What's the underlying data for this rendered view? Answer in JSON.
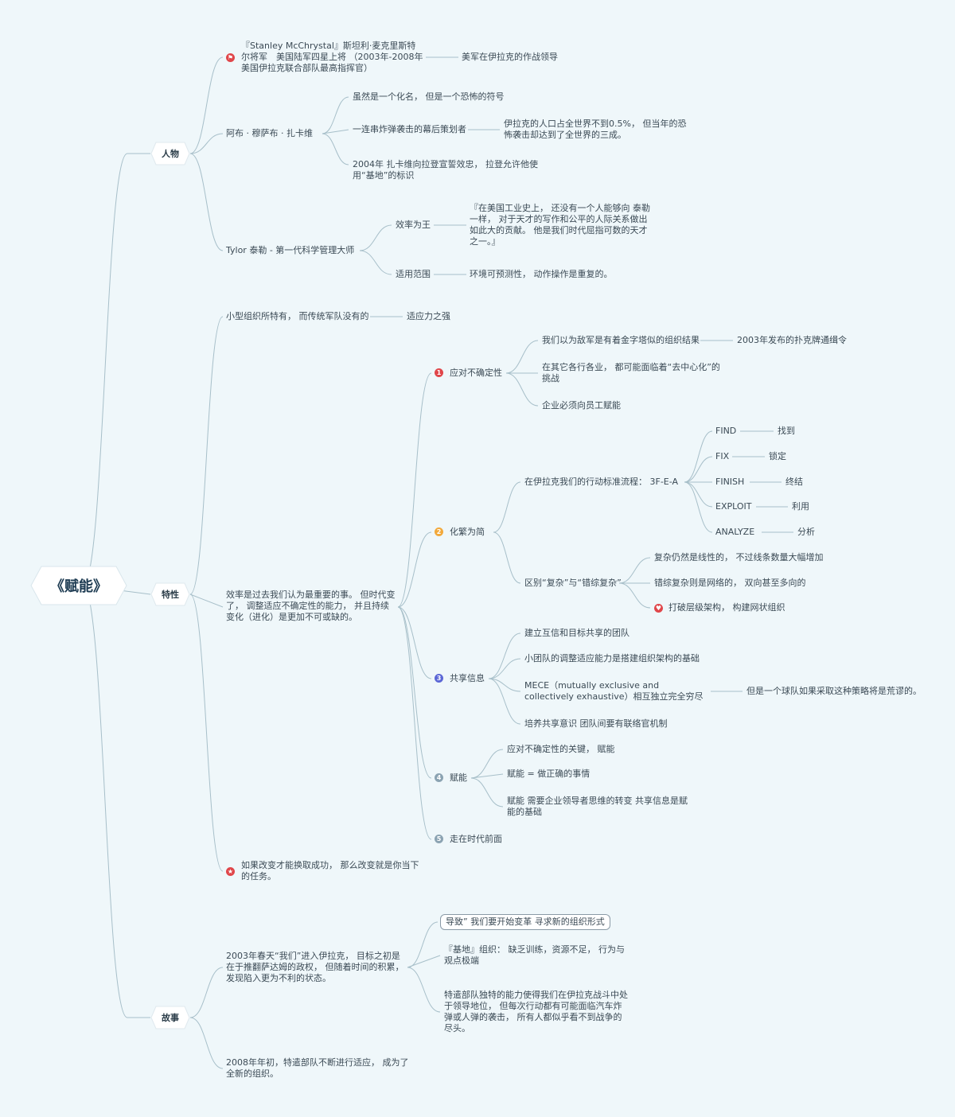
{
  "root": "《赋能》",
  "colors": {
    "line": "#a7bfc9",
    "m1": "#e0464a",
    "m2": "#f2a93b",
    "m3": "#5b67d6",
    "m4": "#8ba3b2",
    "m5": "#8ba3b2",
    "flag": "#e0464a",
    "heart": "#e0464a",
    "star": "#e0464a"
  },
  "branches": {
    "people": "人物",
    "traits": "特性",
    "story": "故事"
  },
  "people": {
    "stanley": "『Stanley McChrystal』斯坦利·麦克里斯特尔将军　美国陆军四星上将 （2003年-2008年 美国伊拉克联合部队最高指挥官）",
    "stanley_child": "美军在伊拉克的作战领导",
    "abu": "阿布 · 穆萨布 · 扎卡维",
    "abu_c1": "虽然是一个化名，  但是一个恐怖的符号",
    "abu_c2": "一连串炸弹袭击的幕后策划者",
    "abu_c2_child": "伊拉克的人口占全世界不到0.5%，  但当年的恐怖袭击却达到了全世界的三成。",
    "abu_c3": "2004年 扎卡维向拉登宣誓效忠，  拉登允许他使用“基地”的标识",
    "tylor": "Tylor  泰勒  - 第一代科学管理大师",
    "tylor_c1": "效率为王",
    "tylor_c1_child": "『在美国工业史上，  还没有一个人能够向 泰勒一样，  对于天才的写作和公平的人际关系做出如此大的贡献。  他是我们时代屈指可数的天才之一。』",
    "tylor_c2": "适用范围",
    "tylor_c2_child": "环境可预测性，   动作操作是重复的。"
  },
  "traits": {
    "small_org": "小型组织所特有，   而传统军队没有的",
    "small_org_child": "适应力之强",
    "efficiency": "效率是过去我们认为最重要的事。  但时代变了，   调整适应不确定性的能力，   并且持续变化（进化）是更加不可或缺的。",
    "n1": {
      "marker": "1",
      "label": "应对不确定性",
      "c1": "我们以为敌军是有着金字塔似的组织结果",
      "c1_child": "2003年发布的扑克牌通缉令",
      "c2": "在其它各行各业，  都可能面临着“去中心化”的挑战",
      "c3": "企业必须向员工赋能"
    },
    "n2": {
      "marker": "2",
      "label": "化繁为简",
      "flow": "在伊拉克我们的行动标准流程：   3F-E-A",
      "steps": [
        {
          "en": "FIND",
          "cn": "找到"
        },
        {
          "en": "FIX",
          "cn": "锁定"
        },
        {
          "en": "FINISH",
          "cn": "终结"
        },
        {
          "en": "EXPLOIT",
          "cn": "利用"
        },
        {
          "en": "ANALYZE",
          "cn": "分析"
        }
      ],
      "diff": "区别“复杂”与“错综复杂”",
      "d1": "复杂仍然是线性的，   不过线条数量大幅增加",
      "d2": "错综复杂则是网络的，  双向甚至多向的",
      "d3": "打破层级架构，  构建网状组织"
    },
    "n3": {
      "marker": "3",
      "label": "共享信息",
      "c1": "建立互信和目标共享的团队",
      "c2": "小团队的调整适应能力是搭建组织架构的基础",
      "c3": "MECE（mutually exclusive and collectively exhaustive）相互独立完全穷尽",
      "c3_child": "但是一个球队如果采取这种策略将是荒谬的。",
      "c4": "培养共享意识  团队间要有联络官机制"
    },
    "n4": {
      "marker": "4",
      "label": "赋能",
      "c1": "应对不确定性的关键，   赋能",
      "c2": "赋能 = 做正确的事情",
      "c3": "赋能 需要企业领导者思维的转变    共享信息是赋能的基础"
    },
    "n5": {
      "marker": "5",
      "label": "走在时代前面"
    },
    "change": "如果改变才能换取成功，   那么改变就是你当下的任务。"
  },
  "story": {
    "s1": "2003年春天“我们”进入伊拉克，   目标之初是在于推翻萨达姆的政权，   但随着时间的积累，   发现陷入更为不利的状态。",
    "s1_c1": "导致” 我们要开始变革  寻求新的组织形式",
    "s1_c2": "『基地』组织：   缺乏训练，资源不足，   行为与观点极端",
    "s1_c3": "特遣部队独特的能力使得我们在伊拉克战斗中处于领导地位，   但每次行动都有可能面临汽车炸弹或人弹的袭击，   所有人都似乎看不到战争的尽头。",
    "s2": "2008年年初，特遣部队不断进行适应，   成为了全新的组织。"
  }
}
